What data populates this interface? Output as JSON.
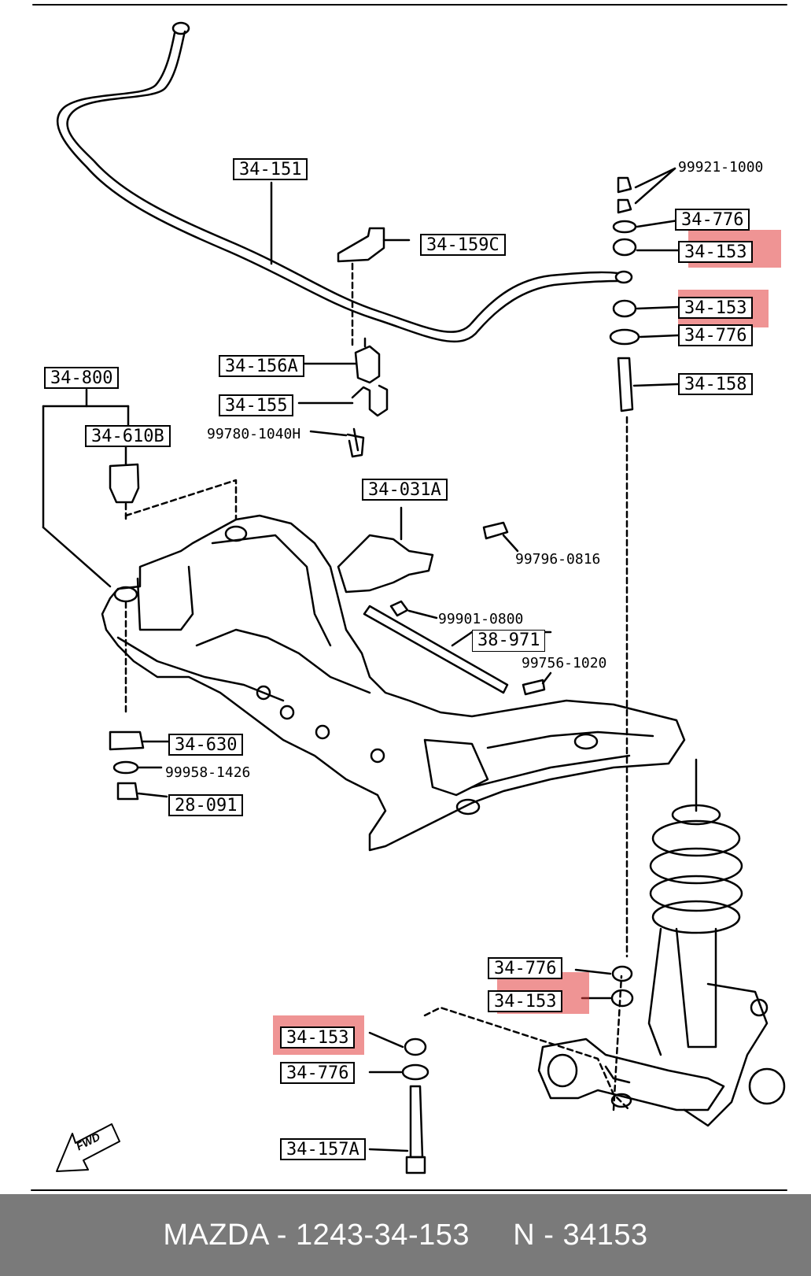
{
  "labels": {
    "l_34_151": "34-151",
    "l_34_159c": "34-159C",
    "l_99921_1000": "99921-1000",
    "l_34_776_a": "34-776",
    "l_34_153_a": "34-153",
    "l_34_153_b": "34-153",
    "l_34_776_b": "34-776",
    "l_34_158": "34-158",
    "l_34_800": "34-800",
    "l_34_610b": "34-610B",
    "l_34_156a": "34-156A",
    "l_34_155": "34-155",
    "l_99780_1040h": "99780-1040H",
    "l_34_031a": "34-031A",
    "l_99796_0816": "99796-0816",
    "l_99901_0800": "99901-0800",
    "l_38_971": "38-971",
    "l_99756_1020": "99756-1020",
    "l_34_630": "34-630",
    "l_99958_1426": "99958-1426",
    "l_28_091": "28-091",
    "l_34_776_c": "34-776",
    "l_34_153_c": "34-153",
    "l_34_153_d": "34-153",
    "l_34_776_d": "34-776",
    "l_34_157a": "34-157A",
    "fwd": "FWD"
  },
  "highlight_color": "#e23c3c",
  "footer": {
    "text": "MAZDA - 1243-34-153     N - 34153"
  }
}
